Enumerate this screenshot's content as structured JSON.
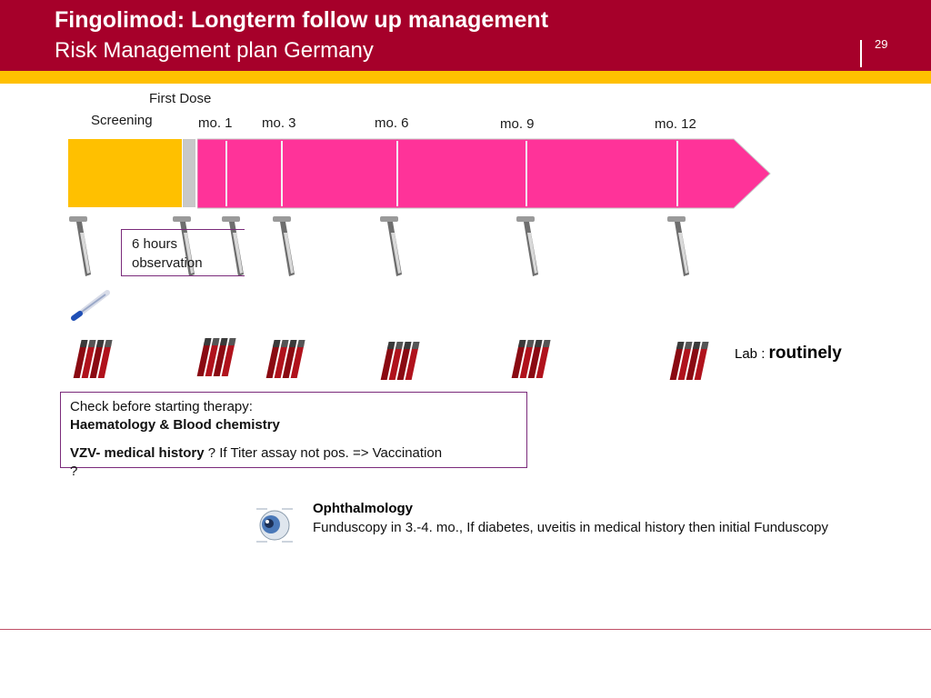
{
  "header": {
    "title": "Fingolimod: Longterm follow up management",
    "subtitle": "Risk Management plan Germany",
    "page_number": "29"
  },
  "colors": {
    "header_bg": "#a6002a",
    "accent_strip": "#ffc000",
    "screening_bar": "#ffc000",
    "gap_bar": "#c8c8c8",
    "followup_arrow": "#ff3399",
    "box_border": "#7a2a7a"
  },
  "timeline": {
    "first_dose_label": "First Dose",
    "screening_label": "Screening",
    "months": [
      "mo. 1",
      "mo. 3",
      "mo. 6",
      "mo. 9",
      "mo. 12"
    ]
  },
  "observation": {
    "line1": "6  hours",
    "line2": "observation"
  },
  "icons": {
    "hammer": "reflex-hammer-icon",
    "thermometer": "thermometer-icon",
    "blood_tubes": "blood-tubes-icon",
    "eye": "eye-icon"
  },
  "lab": {
    "prefix": "Lab : ",
    "emphasis": "routinely"
  },
  "check": {
    "line1": "Check  before  starting  therapy:",
    "line2": "Haematology & Blood chemistry",
    "line3_bold": "VZV- medical history",
    "line3_rest": " ?  If Titer assay not  pos. => Vaccination",
    "line3_wrap": "?"
  },
  "ophthalmology": {
    "title": "Ophthalmology",
    "text": "Funduscopy in 3.-4. mo., If diabetes, uveitis  in medical history then initial Funduscopy"
  }
}
